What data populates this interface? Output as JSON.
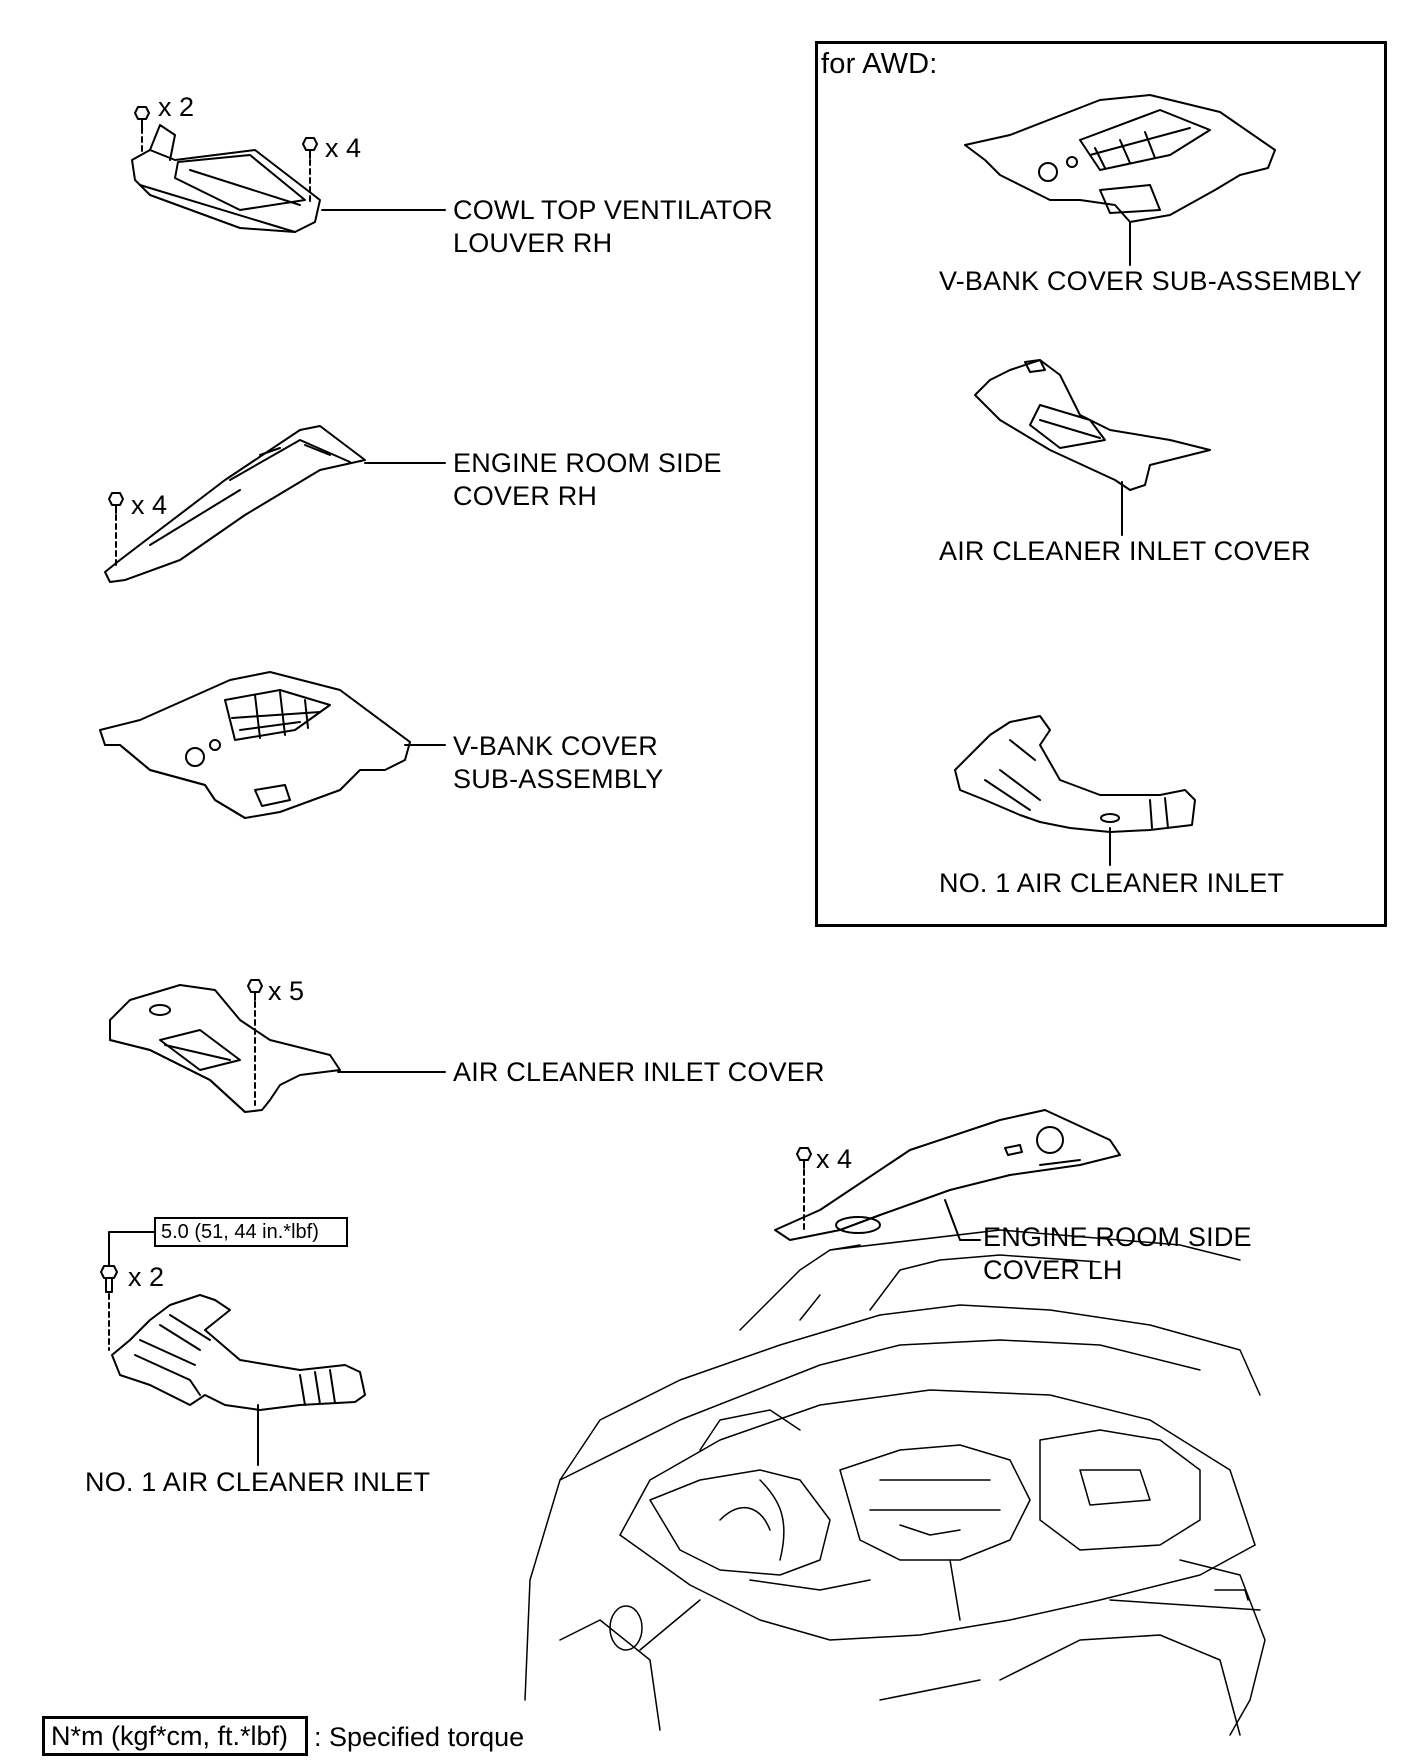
{
  "awd_box": {
    "title": "for AWD:"
  },
  "labels": {
    "cowl_top": [
      "COWL TOP VENTILATOR",
      "LOUVER RH"
    ],
    "engine_room_rh": [
      "ENGINE ROOM SIDE",
      "COVER RH"
    ],
    "vbank_main": [
      "V-BANK COVER",
      "SUB-ASSEMBLY"
    ],
    "air_inlet_cover_main": "AIR CLEANER INLET COVER",
    "engine_room_lh": [
      "ENGINE ROOM SIDE",
      "COVER LH"
    ],
    "no1_inlet_main": "NO. 1 AIR CLEANER INLET",
    "awd_vbank": "V-BANK COVER SUB-ASSEMBLY",
    "awd_inlet_cover": "AIR CLEANER INLET COVER",
    "awd_no1_inlet": "NO. 1 AIR CLEANER INLET"
  },
  "quantities": {
    "cowl_clip_a": "x 2",
    "cowl_clip_b": "x 4",
    "engine_room_rh_clip": "x 4",
    "inlet_cover_clip": "x 5",
    "engine_room_lh_clip": "x 4",
    "no1_inlet_bolt": "x 2"
  },
  "torque": {
    "value": "5.0 (51, 44 in.*lbf)"
  },
  "legend": {
    "box": "N*m (kgf*cm, ft.*lbf)",
    "text": ": Specified torque"
  }
}
